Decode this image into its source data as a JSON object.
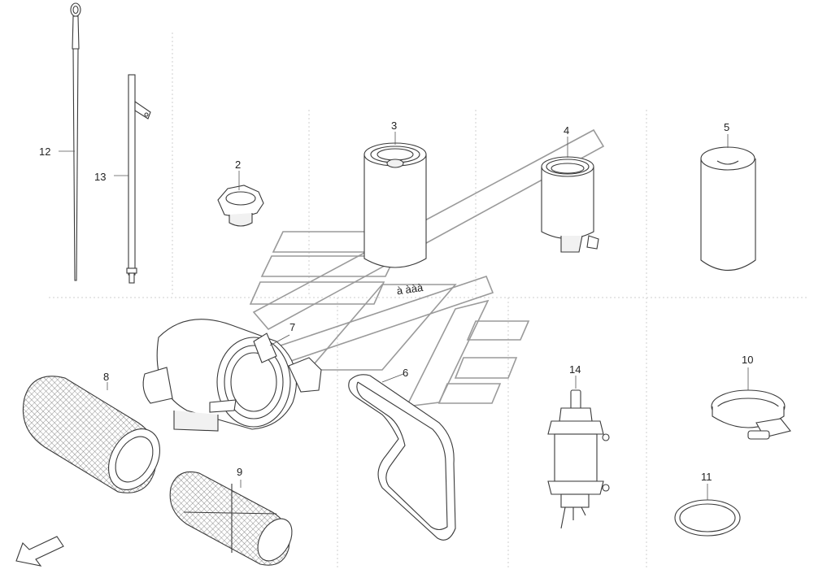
{
  "parts": [
    {
      "id": "1",
      "label": "2",
      "name": "oil-filler-cap"
    },
    {
      "id": "2",
      "label": "3",
      "name": "oil-filter"
    },
    {
      "id": "3",
      "label": "4",
      "name": "fuel-filter"
    },
    {
      "id": "4",
      "label": "5",
      "name": "filter-element"
    },
    {
      "id": "5",
      "label": "6",
      "name": "drive-belt"
    },
    {
      "id": "6",
      "label": "7",
      "name": "air-filter-housing"
    },
    {
      "id": "7",
      "label": "8",
      "name": "air-filter-outer-element"
    },
    {
      "id": "8",
      "label": "9",
      "name": "air-filter-inner-element"
    },
    {
      "id": "9",
      "label": "10",
      "name": "clamp-band"
    },
    {
      "id": "10",
      "label": "11",
      "name": "seal-ring"
    },
    {
      "id": "11",
      "label": "12",
      "name": "oil-dipstick"
    },
    {
      "id": "12",
      "label": "13",
      "name": "dipstick-tube"
    },
    {
      "id": "13",
      "label": "14",
      "name": "fuel-pump"
    }
  ],
  "small_mark": "à ààà",
  "colors": {
    "line": "#3a3a3a",
    "mesh": "#6a6a6a",
    "watermark": "#9a9a9a"
  }
}
